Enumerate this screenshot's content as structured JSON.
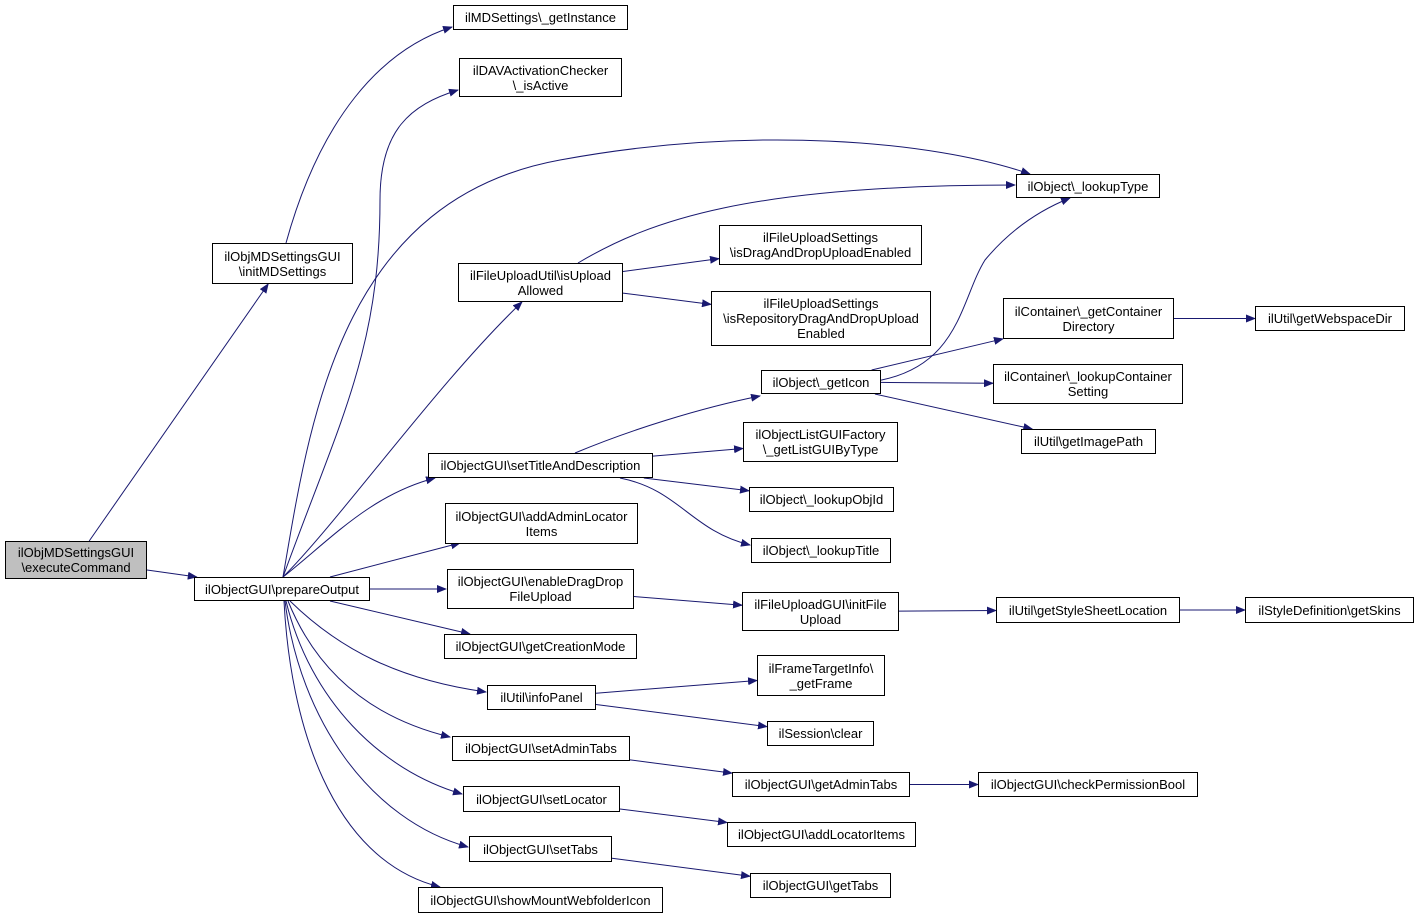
{
  "colors": {
    "edge": "#191970",
    "node_border": "#000000",
    "root_fill": "#bfbfbf",
    "node_fill": "#ffffff"
  },
  "nodes": [
    {
      "id": "exec",
      "lines": [
        "ilObjMDSettingsGUI",
        "\\executeCommand"
      ],
      "root": true
    },
    {
      "id": "initmd",
      "lines": [
        "ilObjMDSettingsGUI",
        "\\initMDSettings"
      ]
    },
    {
      "id": "prep",
      "lines": [
        "ilObjectGUI\\prepareOutput"
      ]
    },
    {
      "id": "mdinst",
      "lines": [
        "ilMDSettings\\_getInstance"
      ]
    },
    {
      "id": "dav",
      "lines": [
        "ilDAVActivationChecker",
        "\\_isActive"
      ]
    },
    {
      "id": "lookuptype",
      "lines": [
        "ilObject\\_lookupType"
      ]
    },
    {
      "id": "fuu",
      "lines": [
        "ilFileUploadUtil\\isUpload",
        "Allowed"
      ]
    },
    {
      "id": "fus1",
      "lines": [
        "ilFileUploadSettings",
        "\\isDragAndDropUploadEnabled"
      ]
    },
    {
      "id": "fus2",
      "lines": [
        "ilFileUploadSettings",
        "\\isRepositoryDragAndDropUpload",
        "Enabled"
      ]
    },
    {
      "id": "geticon",
      "lines": [
        "ilObject\\_getIcon"
      ]
    },
    {
      "id": "contdir",
      "lines": [
        "ilContainer\\_getContainer",
        "Directory"
      ]
    },
    {
      "id": "webspace",
      "lines": [
        "ilUtil\\getWebspaceDir"
      ]
    },
    {
      "id": "contset",
      "lines": [
        "ilContainer\\_lookupContainer",
        "Setting"
      ]
    },
    {
      "id": "imgpath",
      "lines": [
        "ilUtil\\getImagePath"
      ]
    },
    {
      "id": "settitle",
      "lines": [
        "ilObjectGUI\\setTitleAndDescription"
      ]
    },
    {
      "id": "listgui",
      "lines": [
        "ilObjectListGUIFactory",
        "\\_getListGUIByType"
      ]
    },
    {
      "id": "lookupobjid",
      "lines": [
        "ilObject\\_lookupObjId"
      ]
    },
    {
      "id": "lookuptitle",
      "lines": [
        "ilObject\\_lookupTitle"
      ]
    },
    {
      "id": "adminloc",
      "lines": [
        "ilObjectGUI\\addAdminLocator",
        "Items"
      ]
    },
    {
      "id": "dragdrop",
      "lines": [
        "ilObjectGUI\\enableDragDrop",
        "FileUpload"
      ]
    },
    {
      "id": "initfile",
      "lines": [
        "ilFileUploadGUI\\initFile",
        "Upload"
      ]
    },
    {
      "id": "stylesheet",
      "lines": [
        "ilUtil\\getStyleSheetLocation"
      ]
    },
    {
      "id": "skins",
      "lines": [
        "ilStyleDefinition\\getSkins"
      ]
    },
    {
      "id": "creation",
      "lines": [
        "ilObjectGUI\\getCreationMode"
      ]
    },
    {
      "id": "infopanel",
      "lines": [
        "ilUtil\\infoPanel"
      ]
    },
    {
      "id": "frame",
      "lines": [
        "ilFrameTargetInfo\\",
        "_getFrame"
      ]
    },
    {
      "id": "session",
      "lines": [
        "ilSession\\clear"
      ]
    },
    {
      "id": "setadmintabs",
      "lines": [
        "ilObjectGUI\\setAdminTabs"
      ]
    },
    {
      "id": "getadmintabs",
      "lines": [
        "ilObjectGUI\\getAdminTabs"
      ]
    },
    {
      "id": "checkperm",
      "lines": [
        "ilObjectGUI\\checkPermissionBool"
      ]
    },
    {
      "id": "setlocator",
      "lines": [
        "ilObjectGUI\\setLocator"
      ]
    },
    {
      "id": "addlocator",
      "lines": [
        "ilObjectGUI\\addLocatorItems"
      ]
    },
    {
      "id": "settabs",
      "lines": [
        "ilObjectGUI\\setTabs"
      ]
    },
    {
      "id": "gettabs",
      "lines": [
        "ilObjectGUI\\getTabs"
      ]
    },
    {
      "id": "mount",
      "lines": [
        "ilObjectGUI\\showMountWebfolderIcon"
      ]
    }
  ],
  "edges": [
    [
      "exec",
      "initmd"
    ],
    [
      "exec",
      "prep"
    ],
    [
      "initmd",
      "mdinst"
    ],
    [
      "prep",
      "dav"
    ],
    [
      "prep",
      "lookuptype"
    ],
    [
      "prep",
      "fuu"
    ],
    [
      "prep",
      "settitle"
    ],
    [
      "prep",
      "adminloc"
    ],
    [
      "prep",
      "dragdrop"
    ],
    [
      "prep",
      "creation"
    ],
    [
      "prep",
      "infopanel"
    ],
    [
      "prep",
      "setadmintabs"
    ],
    [
      "prep",
      "setlocator"
    ],
    [
      "prep",
      "settabs"
    ],
    [
      "prep",
      "mount"
    ],
    [
      "fuu",
      "lookuptype"
    ],
    [
      "fuu",
      "fus1"
    ],
    [
      "fuu",
      "fus2"
    ],
    [
      "settitle",
      "geticon"
    ],
    [
      "settitle",
      "listgui"
    ],
    [
      "settitle",
      "lookupobjid"
    ],
    [
      "settitle",
      "lookuptitle"
    ],
    [
      "geticon",
      "lookuptype"
    ],
    [
      "geticon",
      "contdir"
    ],
    [
      "geticon",
      "contset"
    ],
    [
      "geticon",
      "imgpath"
    ],
    [
      "contdir",
      "webspace"
    ],
    [
      "dragdrop",
      "initfile"
    ],
    [
      "initfile",
      "stylesheet"
    ],
    [
      "stylesheet",
      "skins"
    ],
    [
      "infopanel",
      "frame"
    ],
    [
      "infopanel",
      "session"
    ],
    [
      "setadmintabs",
      "getadmintabs"
    ],
    [
      "getadmintabs",
      "checkperm"
    ],
    [
      "setlocator",
      "addlocator"
    ],
    [
      "settabs",
      "gettabs"
    ]
  ]
}
